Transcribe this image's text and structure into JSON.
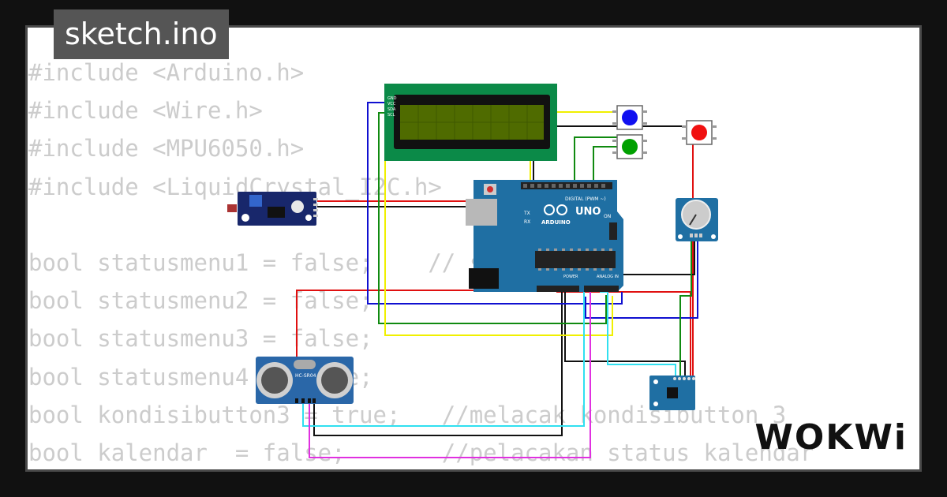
{
  "tab": {
    "title": "sketch.ino"
  },
  "code": {
    "lines": [
      "#include <Arduino.h>",
      "#include <Wire.h>",
      "#include <MPU6050.h>",
      "#include <LiquidCrystal_I2C.h>",
      "",
      "bool statusmenu1 = false;    // status menu",
      "bool statusmenu2 = false;",
      "bool statusmenu3 = false;",
      "bool statusmenu4 = false;",
      "bool kondisibutton3 = true;   //melacak kondisibutton 3",
      "bool kalendar  = false;       //pelacakan status kalendar"
    ]
  },
  "board": {
    "brand": "UNO",
    "maker": "ARDUINO",
    "digital_label": "DIGITAL (PWM ~)",
    "power_label": "POWER",
    "analog_label": "ANALOG IN",
    "on_label": "ON",
    "tx_label": "TX",
    "rx_label": "RX"
  },
  "sonar": {
    "label": "HC-SR04"
  },
  "lcd": {
    "pins": [
      "GND",
      "VCC",
      "SDA",
      "SCL"
    ]
  },
  "logo": {
    "text": "WOKWi"
  },
  "colors": {
    "background": "#111111",
    "canvas": "#ffffff",
    "tab": "#555555",
    "code_text": "#cccccc",
    "board": "#1f6fa3",
    "lcd_pcb": "#0b8a48",
    "lcd_screen": "#4f6b00",
    "wire_red": "#e01010",
    "wire_black": "#111111",
    "wire_blue": "#1010d0",
    "wire_green": "#108a10",
    "wire_yellow": "#f0f000",
    "wire_cyan": "#30e0f0",
    "wire_magenta": "#e030e0"
  }
}
